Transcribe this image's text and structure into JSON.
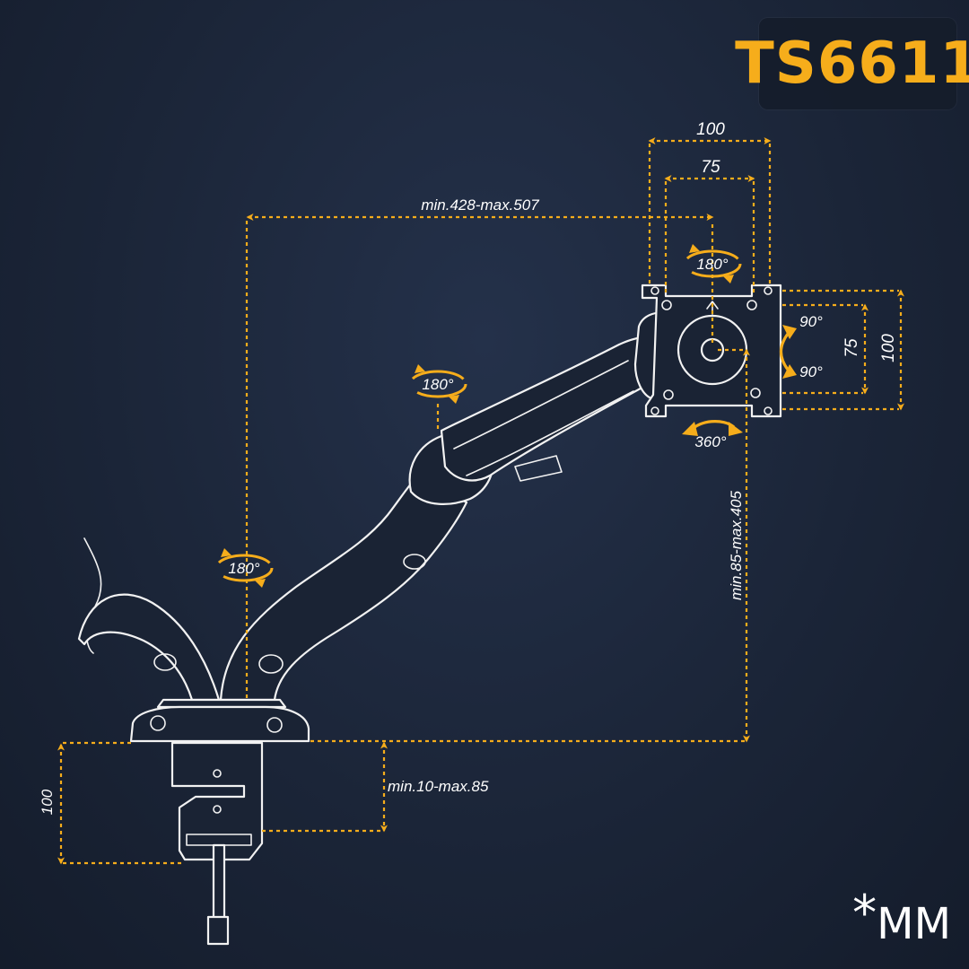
{
  "model": "TS6611",
  "unit_note": {
    "star": "*",
    "text": "MM"
  },
  "dimensions": {
    "vesa_outer_top": "100",
    "vesa_inner_top": "75",
    "reach": "min.428-max.507",
    "vesa_inner_side": "75",
    "vesa_outer_side": "100",
    "height": "min.85-max.405",
    "clamp_range": "min.10-max.85",
    "clamp_depth": "100"
  },
  "rotations": {
    "head_top": "180°",
    "tilt_up": "90°",
    "tilt_down": "90°",
    "swivel_360": "360°",
    "elbow": "180°",
    "base": "180°"
  },
  "colors": {
    "accent": "#f6ad1b",
    "line": "#f2f2f2",
    "background": "#1b2538"
  },
  "icons": [
    "rotate-arrow-icon",
    "dimension-arrow-icon"
  ]
}
